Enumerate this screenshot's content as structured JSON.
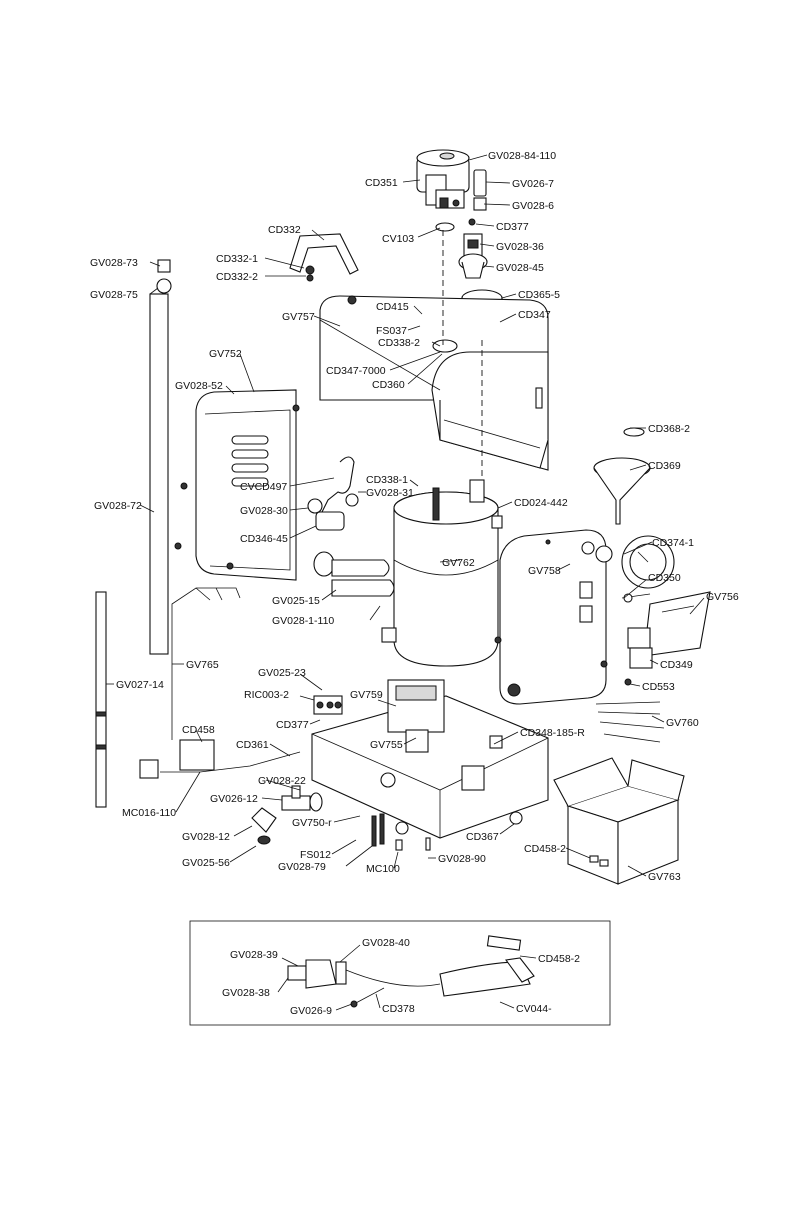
{
  "labels": {
    "gv028_84_110": "GV028-84-110",
    "cd351": "CD351",
    "gv026_7": "GV026-7",
    "gv028_6": "GV028-6",
    "cd377_top": "CD377",
    "cv103": "CV103",
    "cd332": "CD332",
    "gv028_36": "GV028-36",
    "gv028_73": "GV028-73",
    "cd332_1": "CD332-1",
    "gv028_45": "GV028-45",
    "cd332_2": "CD332-2",
    "gv028_75": "GV028-75",
    "cd365_5": "CD365-5",
    "cd415": "CD415",
    "cd347": "CD347",
    "gv757": "GV757",
    "fs037": "FS037",
    "cd338_2": "CD338-2",
    "gv752": "GV752",
    "cd347_7000": "CD347-7000",
    "cd360": "CD360",
    "gv028_52": "GV028-52",
    "cd368_2": "CD368-2",
    "cd369": "CD369",
    "cd338_1": "CD338-1",
    "cvcd497": "CVCD497",
    "gv028_31": "GV028-31",
    "cd024_442": "CD024-442",
    "gv028_72": "GV028-72",
    "gv028_30": "GV028-30",
    "cd374_1": "CD374-1",
    "cd346_45": "CD346-45",
    "gv762": "GV762",
    "gv758": "GV758",
    "cd350": "CD350",
    "gv756": "GV756",
    "gv025_15": "GV025-15",
    "gv028_1_110": "GV028-1-110",
    "cd349": "CD349",
    "gv765": "GV765",
    "gv025_23": "GV025-23",
    "gv027_14": "GV027-14",
    "ric003_2": "RIC003-2",
    "gv759": "GV759",
    "cd553": "CD553",
    "gv760": "GV760",
    "cd458": "CD458",
    "cd377_bottom": "CD377",
    "cd348_185_r": "CD348-185-R",
    "gv755": "GV755",
    "cd361": "CD361",
    "gv028_22": "GV028-22",
    "gv026_12": "GV026-12",
    "mc016_110": "MC016-110",
    "gv750_r": "GV750-r",
    "gv028_12": "GV028-12",
    "cd367": "CD367",
    "cd458_2": "CD458-2",
    "fs012": "FS012",
    "gv025_56": "GV025-56",
    "gv028_79": "GV028-79",
    "gv028_90": "GV028-90",
    "mc100": "MC100",
    "gv763": "GV763",
    "gv028_39": "GV028-39",
    "gv028_40": "GV028-40",
    "cd458_2_inset": "CD458-2",
    "gv028_38": "GV028-38",
    "cv044": "CV044-",
    "gv026_9": "GV026-9",
    "cd378": "CD378"
  }
}
